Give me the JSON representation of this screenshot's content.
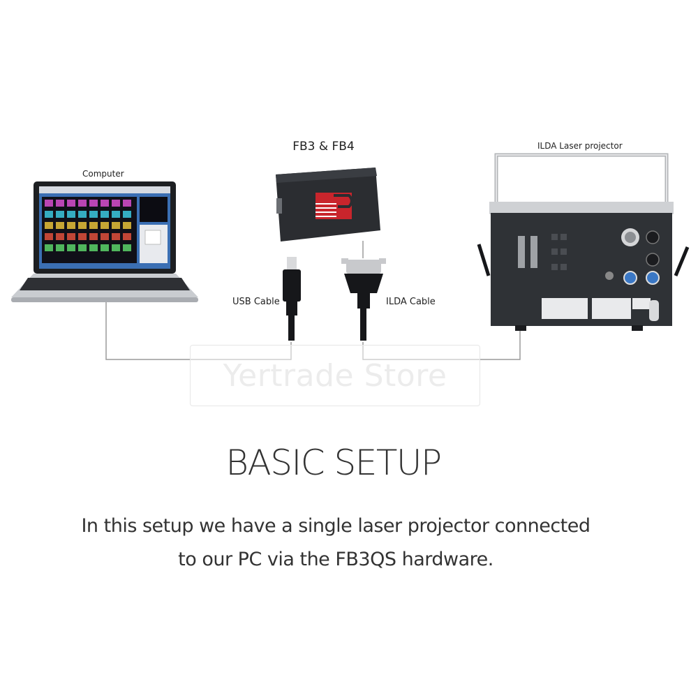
{
  "diagram": {
    "interface_label": "FB3 & FB4",
    "computer_label": "Computer",
    "projector_label": "ILDA Laser projector",
    "usb_cable_label": "USB Cable",
    "ilda_cable_label": "ILDA Cable",
    "watermark": "Yertrade Store"
  },
  "heading": "BASIC SETUP",
  "description": {
    "line1": "In this setup we have a single laser projector connected",
    "line2": "to our PC via the FB3QS hardware."
  },
  "colors": {
    "connector_line": "#9a9a9a",
    "device_dark": "#2b2d31",
    "laptop_silver": "#c9ccd0",
    "interface_logo_red": "#c8252c"
  }
}
